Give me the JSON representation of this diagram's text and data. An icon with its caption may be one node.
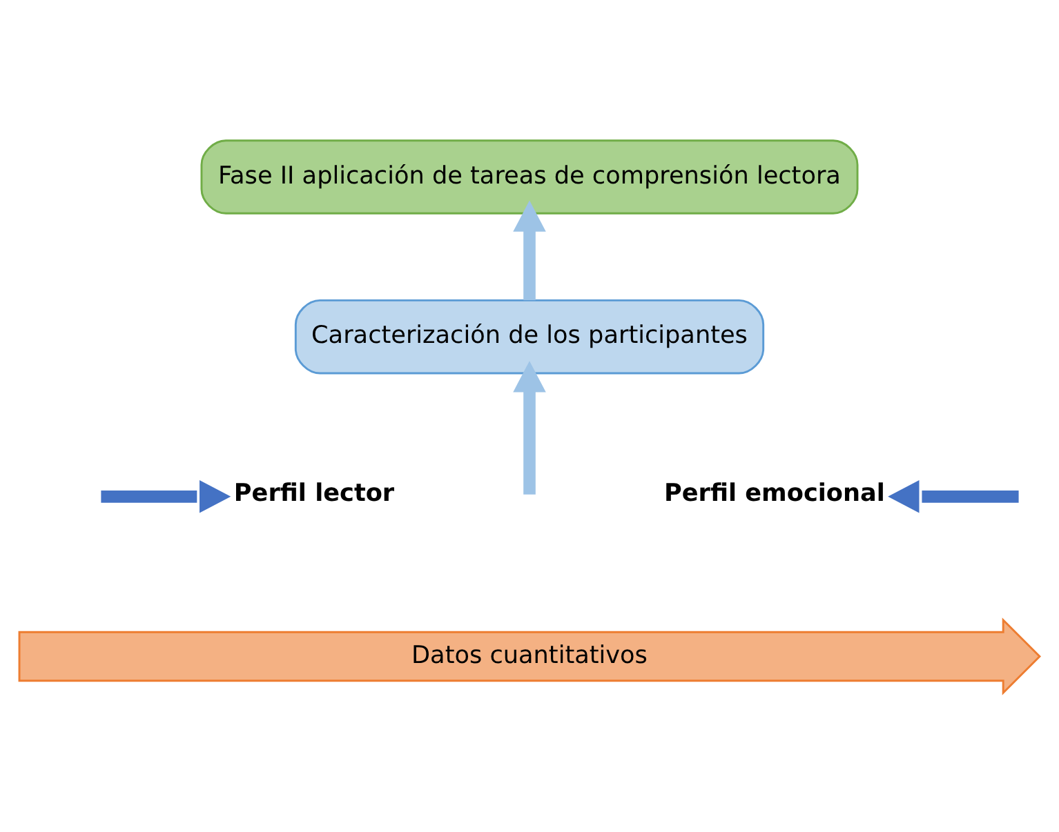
{
  "diagram": {
    "nodes": [
      {
        "text": [
          "Fase II aplicación de tareas de comprensión lectora"
        ]
      },
      {
        "text": [
          "Caracterización de los participantes"
        ]
      },
      {
        "text": [
          "Perfil lector"
        ]
      },
      {
        "text": [
          "Perfil emocional"
        ]
      },
      {
        "text": [
          "Datos cuantitativos"
        ]
      }
    ],
    "edges": [
      {
        "from": 1,
        "to": 0,
        "arrow": "to",
        "color": "#9dc3e6"
      },
      {
        "from": null,
        "to": 1,
        "arrow": "to",
        "color": "#9dc3e6"
      },
      {
        "from": null,
        "to": 2,
        "arrow": "to"
      },
      {
        "from": null,
        "to": 3,
        "arrow": "to"
      }
    ]
  }
}
